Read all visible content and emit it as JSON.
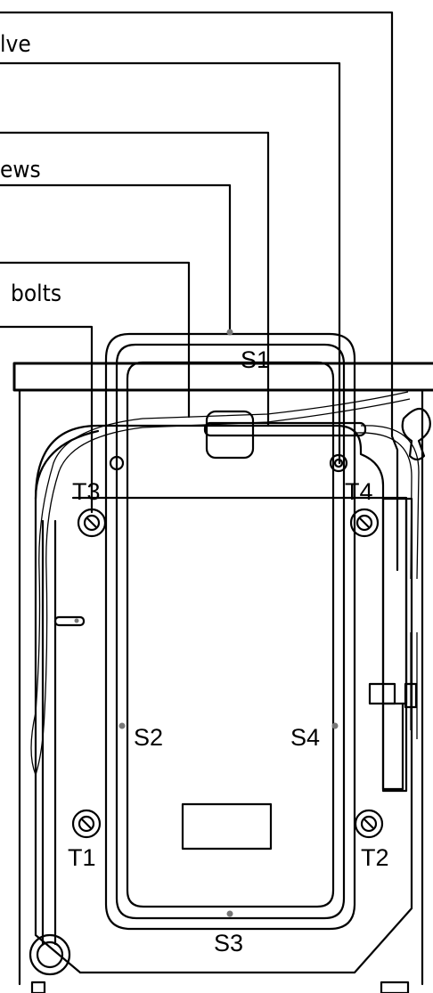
{
  "callouts": {
    "valve": "lve",
    "screws": "ews",
    "bolts": "bolts"
  },
  "transit_bolts": [
    "T1",
    "T2",
    "T3",
    "T4"
  ],
  "screws": [
    "S1",
    "S2",
    "S3",
    "S4"
  ]
}
